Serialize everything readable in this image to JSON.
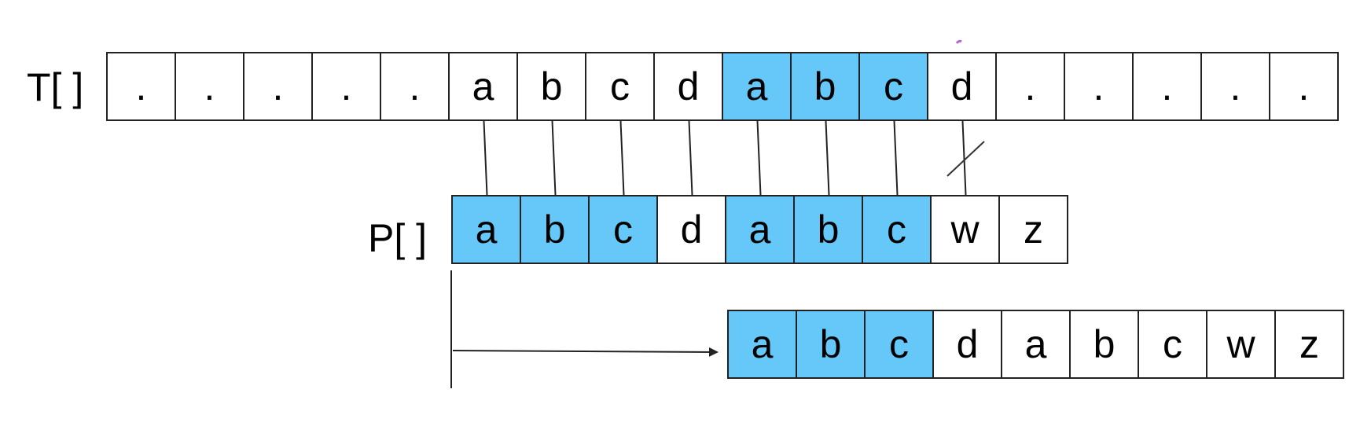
{
  "text_row": {
    "label": "T[ ]",
    "cells": [
      ".",
      ".",
      ".",
      ".",
      ".",
      "a",
      "b",
      "c",
      "d",
      "a",
      "b",
      "c",
      "d",
      ".",
      ".",
      ".",
      ".",
      "."
    ],
    "highlighted": [
      9,
      10,
      11
    ]
  },
  "pattern_row": {
    "label": "P[ ]",
    "cells": [
      "a",
      "b",
      "c",
      "d",
      "a",
      "b",
      "c",
      "w",
      "z"
    ],
    "highlighted": [
      0,
      1,
      2,
      4,
      5,
      6
    ]
  },
  "shifted_row": {
    "cells": [
      "a",
      "b",
      "c",
      "d",
      "a",
      "b",
      "c",
      "w",
      "z"
    ],
    "highlighted": [
      0,
      1,
      2
    ]
  },
  "colors": {
    "highlight": "#66c8f8",
    "border": "#222222",
    "arrow": "#222222",
    "stray_mark": "#b06ad8"
  }
}
